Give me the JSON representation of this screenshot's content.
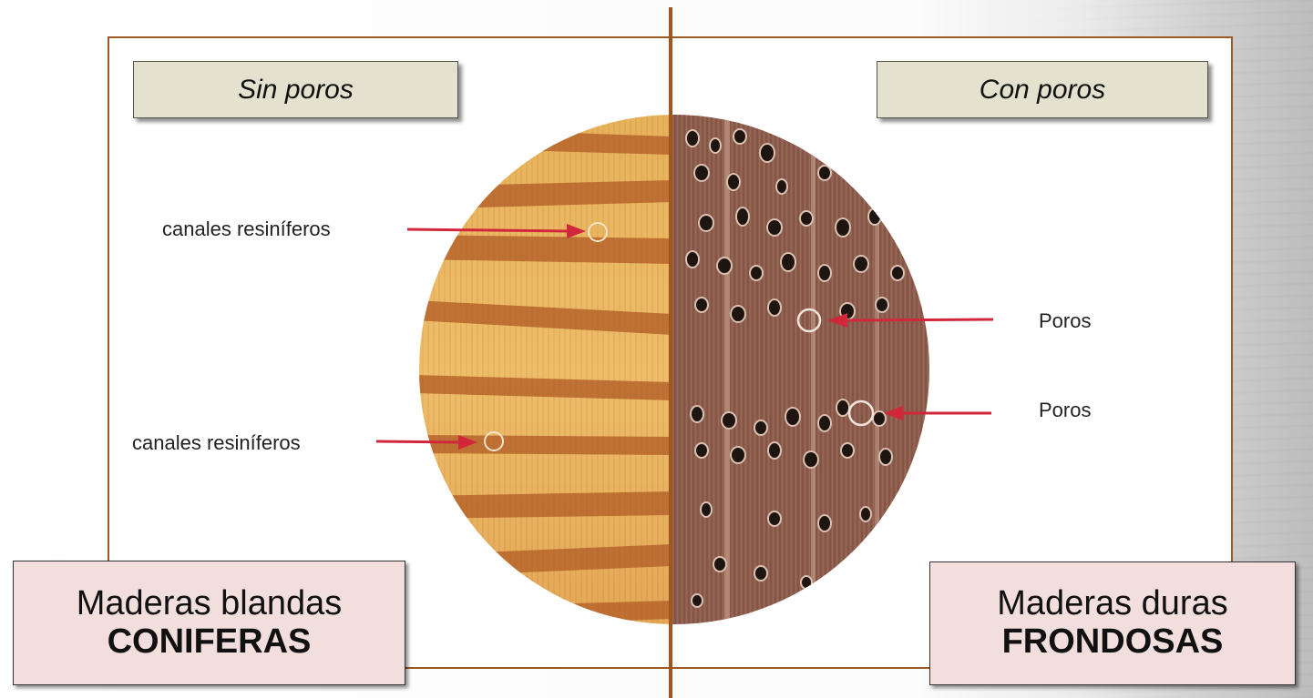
{
  "left_panel": {
    "header": "Sin poros",
    "annotation_top": "canales resiníferos",
    "annotation_bottom": "canales resiníferos",
    "type_line1": "Maderas blandas",
    "type_line2": "CONIFERAS"
  },
  "right_panel": {
    "header": "Con poros",
    "annotation_top": "Poros",
    "annotation_bottom": "Poros",
    "type_line1": "Maderas duras",
    "type_line2": "FRONDOSAS"
  },
  "colors": {
    "divider": "#a0561f",
    "arrow": "#d0283a",
    "softwood": "#e9b35c",
    "hardwood": "#8e5d4c"
  }
}
